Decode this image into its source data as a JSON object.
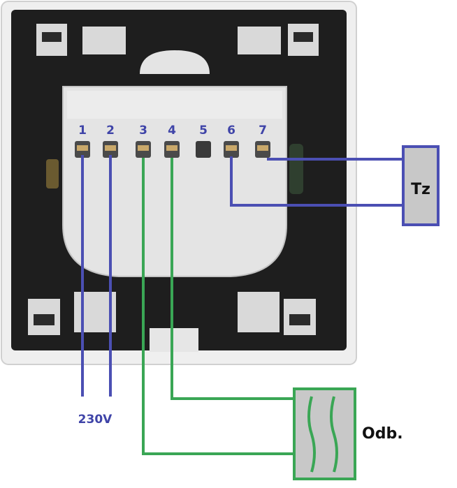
{
  "terminals": [
    "1",
    "2",
    "3",
    "4",
    "5",
    "6",
    "7"
  ],
  "supply_label": "230V",
  "sensor_label": "Tz",
  "load_label": "Odb.",
  "colors": {
    "blue_wire": "#4b4fb3",
    "green_wire": "#3aa655",
    "terminal_label": "#3f44a8",
    "box_fill": "#c8c8c8",
    "housing": "#202020",
    "module": "#e4e4e4"
  }
}
